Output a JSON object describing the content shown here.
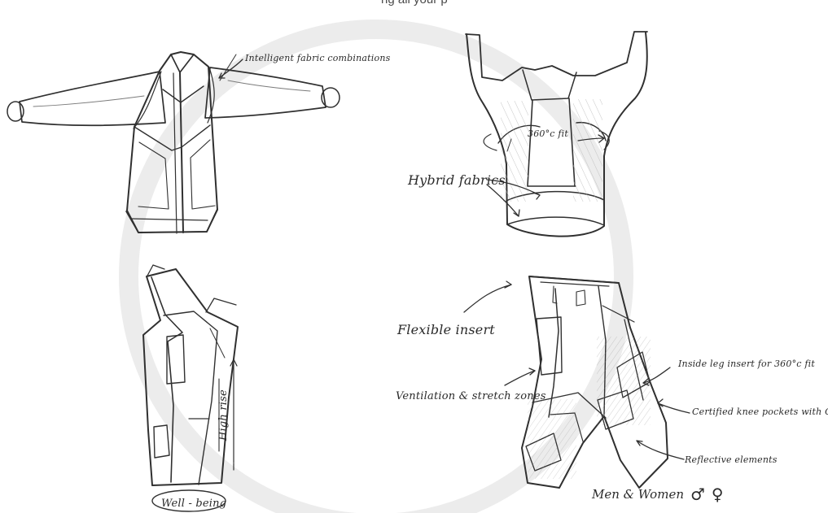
{
  "top_text": "ng all your p",
  "labels": {
    "jacket_front": "Intelligent fabric combinations",
    "jacket_back_fit": "360°c fit",
    "jacket_back_hybrid": "Hybrid fabrics",
    "pants_left_high_rise": "High rise",
    "pants_left_well_being": "Well - being",
    "pants_right_flexible": "Flexible insert",
    "pants_right_ventilation": "Ventilation & stretch zones",
    "pants_right_inside_leg": "Inside leg insert for 360°c fit",
    "pants_right_knee": "Certified knee pockets with Cordura",
    "pants_right_reflective": "Reflective elements",
    "audience": "Men & Women",
    "male_symbol": "♂",
    "female_symbol": "♀"
  },
  "colors": {
    "sketch": "#303030",
    "shade": "#9b9b9b",
    "watermark": "#ececec"
  }
}
